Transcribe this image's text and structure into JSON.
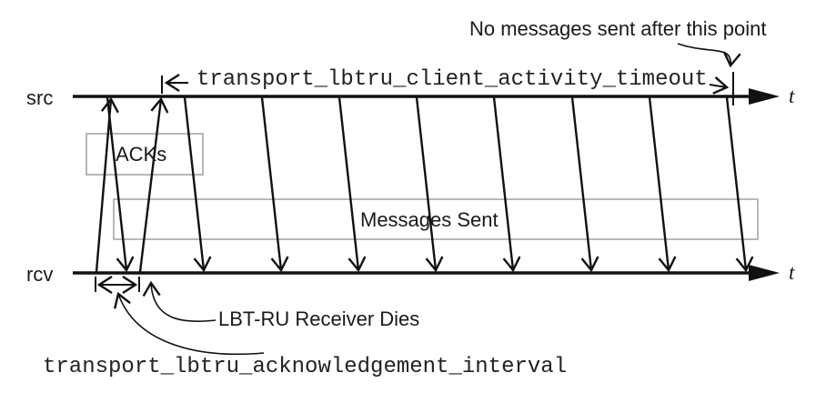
{
  "diagram": {
    "annotation_top": "No messages sent after this point",
    "timeout_label": "transport_lbtru_client_activity_timeout",
    "src_label": "src",
    "rcv_label": "rcv",
    "time_axis_label_src": "t",
    "time_axis_label_rcv": "t",
    "acks_box_label": "ACKs",
    "messages_box_label": "Messages Sent",
    "receiver_dies_label": "LBT-RU Receiver Dies",
    "ack_interval_label": "transport_lbtru_acknowledgement_interval",
    "message_arrow_count": 9,
    "ack_arrow_count": 2,
    "colors": {
      "line": "#111111",
      "box_border": "#a6a6a6",
      "text": "#1a1a1a",
      "background": "#ffffff"
    }
  }
}
